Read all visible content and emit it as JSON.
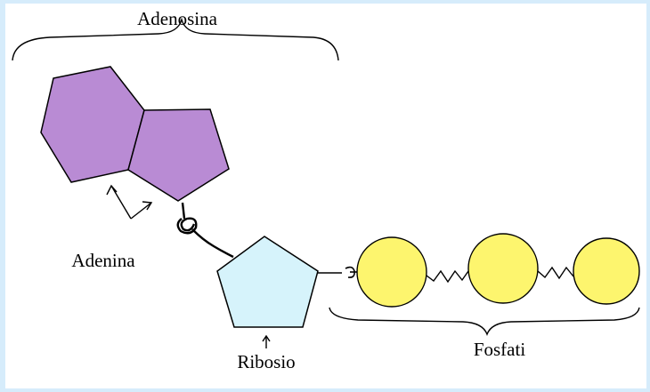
{
  "diagram": {
    "labels": {
      "adenosina": "Adenosina",
      "adenina": "Adenina",
      "ribosio": "Ribosio",
      "fosfati": "Fosfati"
    },
    "colors": {
      "background": "#d6ecfb",
      "adenine_fill": "#b98bd4",
      "ribose_fill": "#d6f3fb",
      "phosphate_fill": "#fdf56e",
      "outline": "#000000"
    }
  }
}
